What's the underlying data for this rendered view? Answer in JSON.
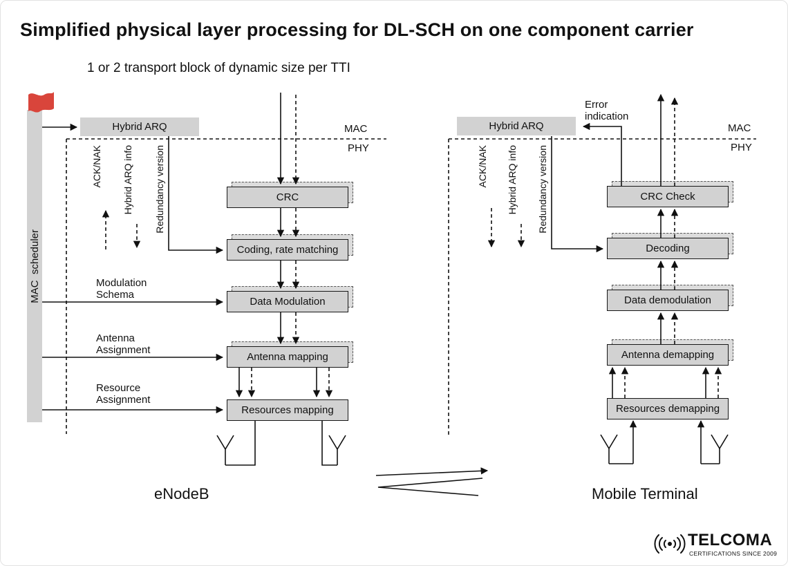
{
  "title": "Simplified physical layer processing for DL-SCH on one component carrier",
  "subtitle": "1 or 2 transport block of dynamic size per TTI",
  "layers": {
    "mac": "MAC",
    "phy": "PHY"
  },
  "enodeb": {
    "name": "eNodeB",
    "scheduler": "MAC  scheduler",
    "hybrid_arq": "Hybrid ARQ",
    "signals": [
      "ACK/NAK",
      "Hybrid ARQ info",
      "Redundancy version"
    ],
    "inputs": [
      "Modulation Schema",
      "Antenna Assignment",
      "Resource Assignment"
    ],
    "blocks": [
      "CRC",
      "Coding, rate matching",
      "Data Modulation",
      "Antenna mapping",
      "Resources mapping"
    ]
  },
  "terminal": {
    "name": "Mobile Terminal",
    "hybrid_arq": "Hybrid ARQ",
    "error_indication": "Error indication",
    "signals": [
      "ACK/NAK",
      "Hybrid ARQ info",
      "Redundancy version"
    ],
    "blocks": [
      "CRC Check",
      "Decoding",
      "Data demodulation",
      "Antenna demapping",
      "Resources demapping"
    ]
  },
  "logo": {
    "name": "TELCOMA",
    "tagline": "CERTIFICATIONS SINCE 2009"
  },
  "colors": {
    "box_fill": "#d2d2d2",
    "flag_red": "#d9453b",
    "line": "#111111"
  }
}
